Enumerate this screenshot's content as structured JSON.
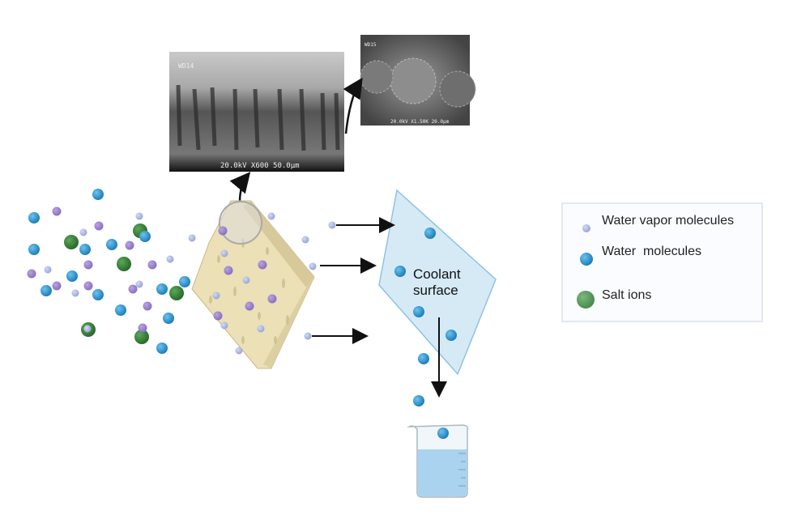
{
  "sem_images": [
    {
      "label": "WD14",
      "info": "20.0kV  X600  50.0µm"
    },
    {
      "label": "WD15",
      "info": "20.0kV X1.50K 20.0µm"
    }
  ],
  "coolant_surface": {
    "line1": "Coolant",
    "line2": "surface"
  },
  "legend": {
    "items": [
      {
        "label": "Water vapor molecules",
        "color": "#a9b4e0"
      },
      {
        "label": "Water  molecules",
        "color": "#3a9fd6"
      },
      {
        "label": "Salt ions",
        "color": "#3f8a3f"
      }
    ]
  },
  "colors": {
    "water": "#3a9fd6",
    "vapor": "#aab5e2",
    "salt": "#3d8a3d",
    "solute": "#9b82cc",
    "sponge": "#eadfb4",
    "coolant": "#d6eaf6"
  }
}
